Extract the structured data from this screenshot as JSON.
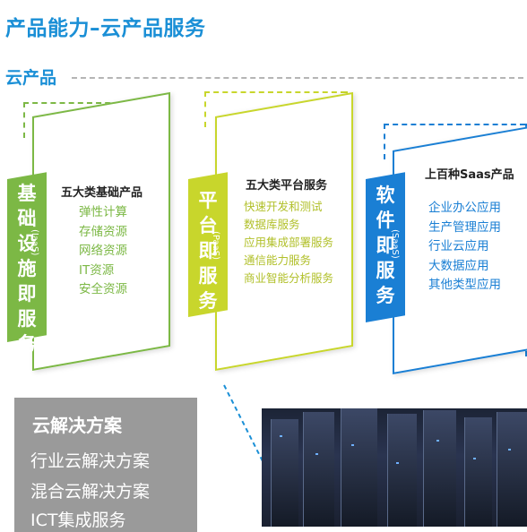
{
  "header": {
    "title": "产品能力–云产品服务"
  },
  "section": {
    "label": "云产品"
  },
  "cards": [
    {
      "tag_lines": [
        "基",
        "础",
        "设",
        "施",
        "即",
        "服",
        "务"
      ],
      "code": "(IaaS)",
      "heading": "五大类基础产品",
      "items": [
        "弹性计算",
        "存储资源",
        "网络资源",
        "IT资源",
        "安全资源"
      ],
      "color": "#7cb845"
    },
    {
      "tag_lines": [
        "平",
        "台",
        "即",
        "服",
        "务"
      ],
      "code": "(PaaS)",
      "heading": "五大类平台服务",
      "items": [
        "快速开发和测试",
        "数据库服务",
        "应用集成部署服务",
        "通信能力服务",
        "商业智能分析服务"
      ],
      "color": "#c8d62c"
    },
    {
      "tag_lines": [
        "软",
        "件",
        "即",
        "服",
        "务"
      ],
      "code": "(SaaS)",
      "heading": "上百种Saas产品",
      "items": [
        "企业办公应用",
        "生产管理应用",
        "行业云应用",
        "大数据应用",
        "其他类型应用"
      ],
      "color": "#1a7fd4"
    }
  ],
  "solutions": {
    "title": "云解决方案",
    "items": [
      "行业云解决方案",
      "混合云解决方案",
      "ICT集成服务"
    ]
  }
}
